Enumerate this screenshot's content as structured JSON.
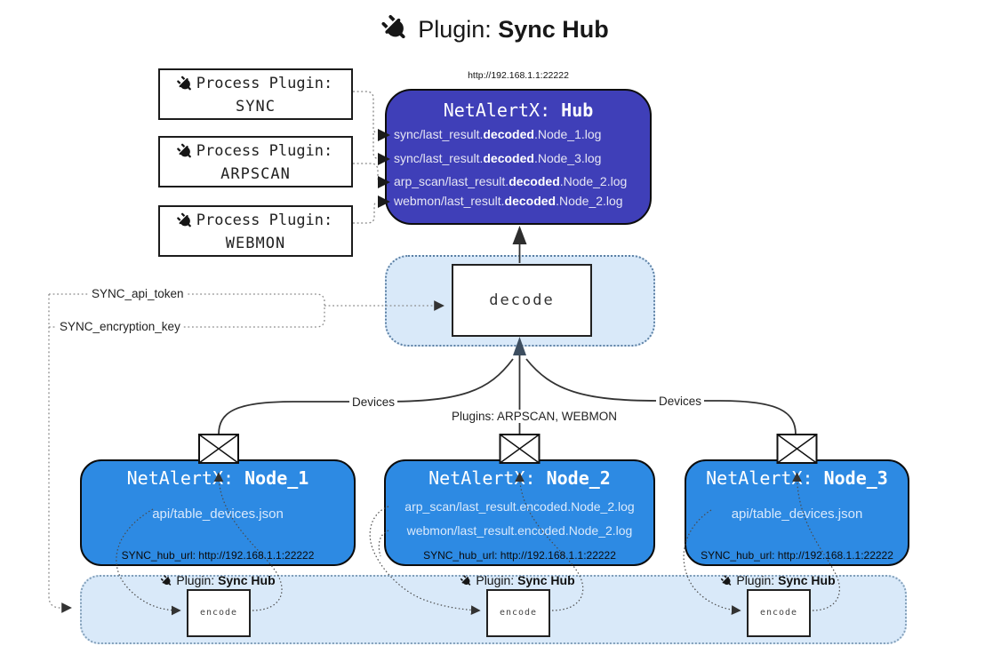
{
  "title": {
    "label": "Plugin: ",
    "bold": "Sync Hub"
  },
  "icons": {
    "title": "plug-icon",
    "process": "plug-icon",
    "encoder": "plug-icon",
    "mail": "envelope-icon"
  },
  "process_plugins": [
    {
      "label": "Process Plugin:",
      "name": "SYNC"
    },
    {
      "label": "Process Plugin:",
      "name": "ARPSCAN"
    },
    {
      "label": "Process Plugin:",
      "name": "WEBMON"
    }
  ],
  "hub": {
    "url": "http://192.168.1.1:22222",
    "title": "NetAlertX: ",
    "title_bold": "Hub",
    "logs": [
      {
        "pre": "sync/last_result.",
        "bold": "decoded",
        "post": ".Node_1.log"
      },
      {
        "pre": "sync/last_result.",
        "bold": "decoded",
        "post": ".Node_3.log"
      },
      {
        "pre": "arp_scan/last_result.",
        "bold": "decoded",
        "post": ".Node_2.log"
      },
      {
        "pre": "webmon/last_result.",
        "bold": "decoded",
        "post": ".Node_2.log"
      }
    ]
  },
  "decode_box": {
    "label": "decode"
  },
  "config": {
    "api_token": "SYNC_api_token",
    "encryption_key": "SYNC_encryption_key"
  },
  "edge_labels": {
    "devices_left": "Devices",
    "plugins_center": "Plugins: ARPSCAN, WEBMON",
    "devices_right": "Devices"
  },
  "nodes": [
    {
      "title": "NetAlertX: ",
      "title_bold": "Node_1",
      "files": {
        "f1": "api/table_devices.json"
      },
      "hub_url": "SYNC_hub_url: http://192.168.1.1:22222"
    },
    {
      "title": "NetAlertX: ",
      "title_bold": "Node_2",
      "files": {
        "f1": "arp_scan/last_result.encoded.Node_2.log",
        "f2": "webmon/last_result.encoded.Node_2.log"
      },
      "hub_url": "SYNC_hub_url: http://192.168.1.1:22222"
    },
    {
      "title": "NetAlertX: ",
      "title_bold": "Node_3",
      "files": {
        "f1": "api/table_devices.json"
      },
      "hub_url": "SYNC_hub_url: http://192.168.1.1:22222"
    }
  ],
  "encoders": [
    {
      "plugin": "Plugin: ",
      "plugin_bold": "Sync Hub",
      "label": "encode"
    },
    {
      "plugin": "Plugin: ",
      "plugin_bold": "Sync Hub",
      "label": "encode"
    },
    {
      "plugin": "Plugin: ",
      "plugin_bold": "Sync Hub",
      "label": "encode"
    }
  ],
  "colors": {
    "hub_fill": "#3f3fb8",
    "node_fill": "#2d8ae3",
    "band_fill": "#d9e9f9",
    "decode_band_border": "#5c80a4",
    "encode_band_border": "#83a0ba"
  }
}
